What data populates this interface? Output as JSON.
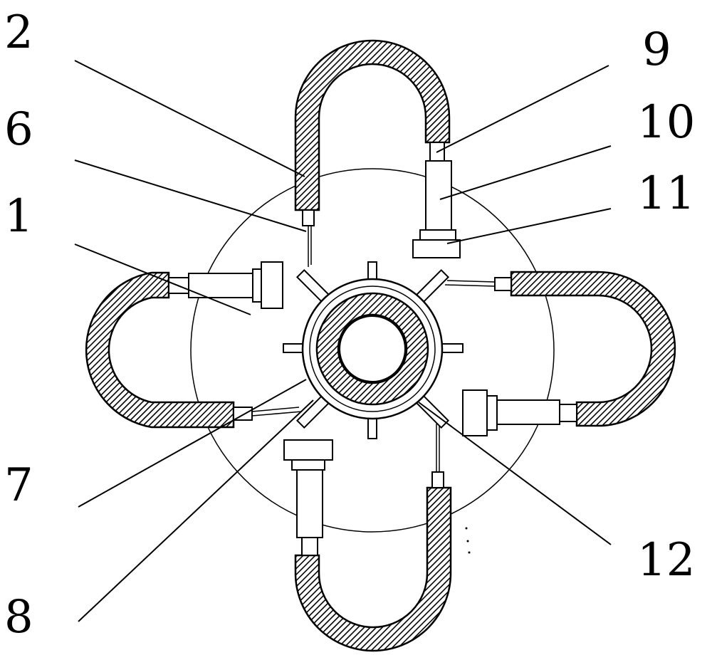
{
  "figure": {
    "stroke_color": "#000000",
    "fill_color": "#ffffff",
    "hatch_color": "#000000"
  },
  "callouts": {
    "c1": "1",
    "c2": "2",
    "c6": "6",
    "c7": "7",
    "c8": "8",
    "c9": "9",
    "c10": "10",
    "c11": "11",
    "c12": "12"
  }
}
